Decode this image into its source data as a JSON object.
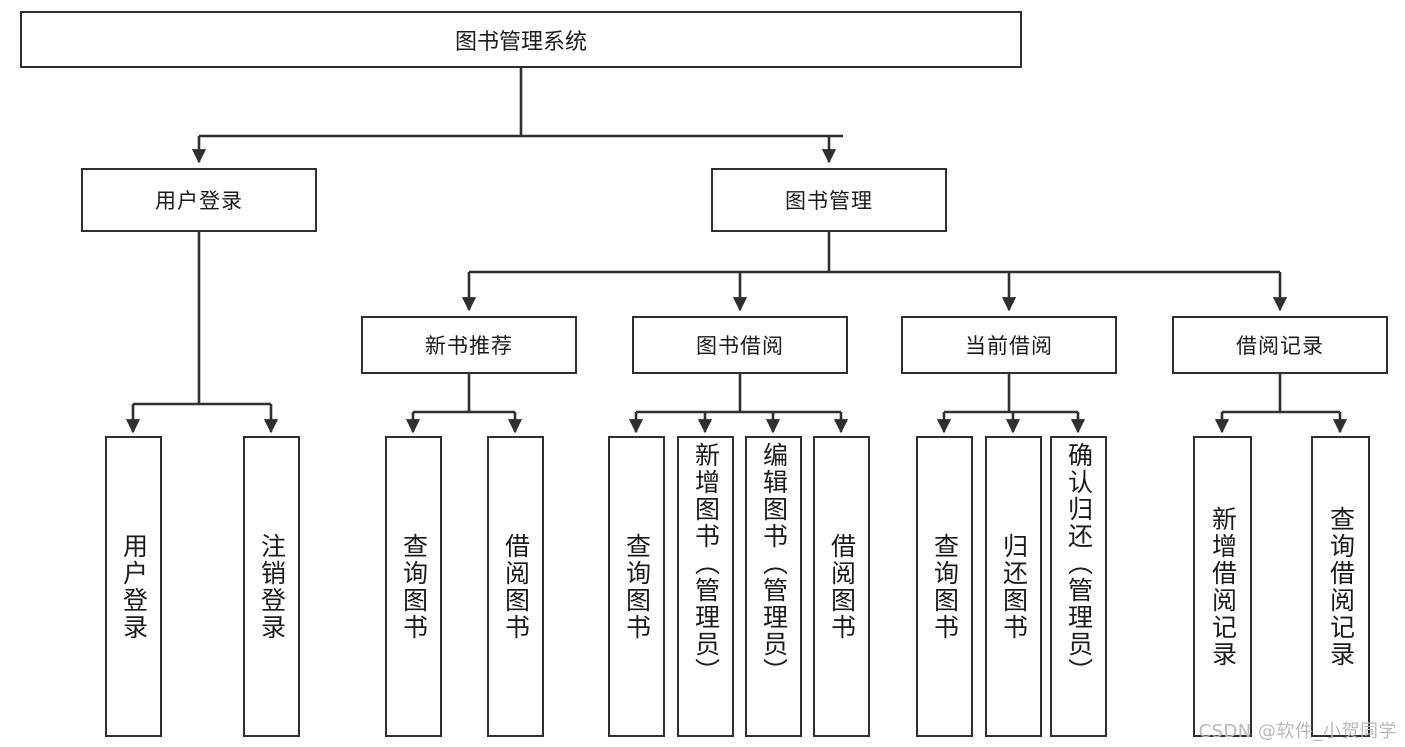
{
  "diagram": {
    "title": "图书管理系统",
    "watermark": "CSDN @软件_小贺同学",
    "stroke_color": "#2f2f2f",
    "text_color": "#1b1b1b",
    "background_color": "#ffffff",
    "watermark_color": "#b9b9b9",
    "type": "tree-hierarchy-functional-structure"
  },
  "nodes": {
    "root": {
      "label": "图书管理系统"
    },
    "level2": [
      {
        "label": "用户登录"
      },
      {
        "label": "图书管理"
      }
    ],
    "level3": [
      {
        "label": "新书推荐"
      },
      {
        "label": "图书借阅"
      },
      {
        "label": "当前借阅"
      },
      {
        "label": "借阅记录"
      }
    ],
    "leaves": {
      "user_login": [
        {
          "label": "用户登录"
        },
        {
          "label": "注销登录"
        }
      ],
      "new_book_recommend": [
        {
          "label": "查询图书"
        },
        {
          "label": "借阅图书"
        }
      ],
      "book_borrow": [
        {
          "label": "查询图书"
        },
        {
          "label": "新增图书（管理员）"
        },
        {
          "label": "编辑图书（管理员）"
        },
        {
          "label": "借阅图书"
        }
      ],
      "current_borrow": [
        {
          "label": "查询图书"
        },
        {
          "label": "归还图书"
        },
        {
          "label": "确认归还（管理员）"
        }
      ],
      "borrow_record": [
        {
          "label": "新增借阅记录"
        },
        {
          "label": "查询借阅记录"
        }
      ]
    }
  }
}
